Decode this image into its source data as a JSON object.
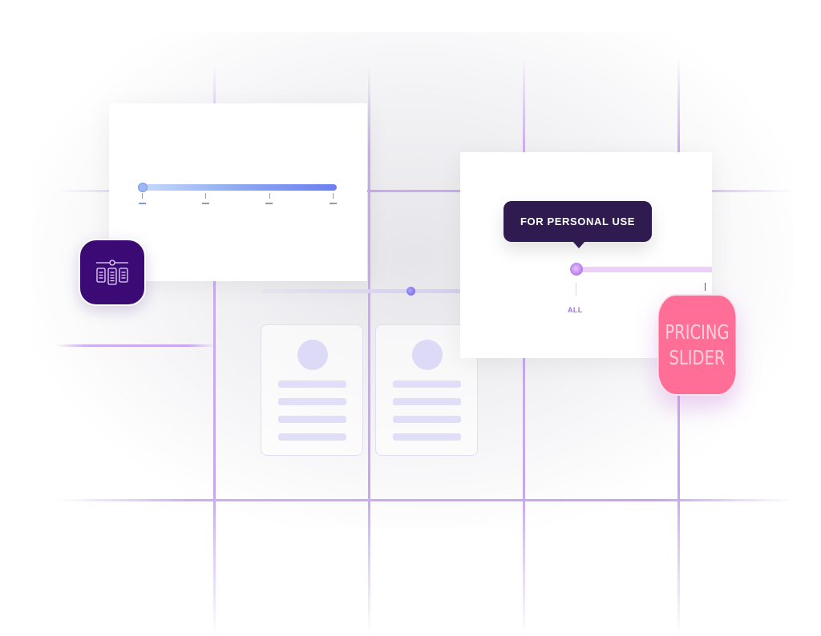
{
  "illustration": {
    "title_tile": {
      "line1": "PRICING",
      "line2": "SLIDER",
      "background": "#ff6e96",
      "text_color": "#ffd0dd"
    },
    "icon_tile": {
      "icon": "pricing-table-slider-icon",
      "background": "#3b0a75"
    },
    "panel_left": {
      "slider": {
        "ticks": 4,
        "track_gradient": [
          "#c6dafa",
          "#6d7df0"
        ]
      }
    },
    "panel_right": {
      "tooltip": "FOR PERSONAL USE",
      "tick_label_first": "ALL",
      "tooltip_color": "#2f1b4f",
      "accent": "#a35fe8"
    },
    "cards": [
      {
        "lines": 4
      },
      {
        "lines": 4
      }
    ],
    "grid_color": "#c7a6ee"
  }
}
